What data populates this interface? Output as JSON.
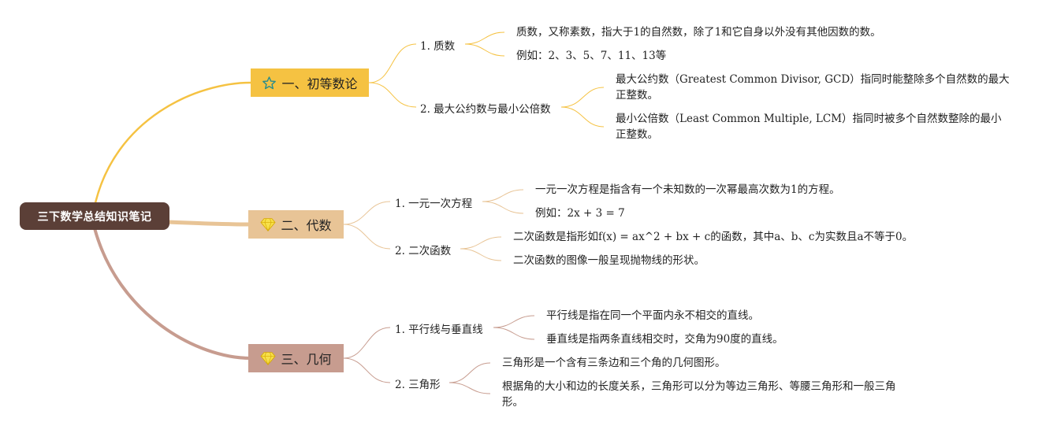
{
  "root": {
    "title": "三下数学总结知识笔记"
  },
  "colors": {
    "root_bg": "#5b3f37",
    "branch1": "#f5c242",
    "branch2": "#e8c496",
    "branch3": "#c79c8f"
  },
  "branches": [
    {
      "label": "一、初等数论",
      "icon": "star-icon",
      "subs": [
        {
          "label": "1. 质数",
          "leaves": [
            "质数，又称素数，指大于1的自然数，除了1和它自身以外没有其他因数的数。",
            "例如：2、3、5、7、11、13等"
          ]
        },
        {
          "label": "2. 最大公约数与最小公倍数",
          "leaves": [
            "最大公约数（Greatest Common Divisor, GCD）指同时能整除多个自然数的最大正整数。",
            "最小公倍数（Least Common Multiple, LCM）指同时被多个自然数整除的最小正整数。"
          ]
        }
      ]
    },
    {
      "label": "二、代数",
      "icon": "diamond-icon",
      "subs": [
        {
          "label": "1. 一元一次方程",
          "leaves": [
            "一元一次方程是指含有一个未知数的一次幂最高次数为1的方程。",
            "例如：2x + 3 = 7"
          ]
        },
        {
          "label": "2. 二次函数",
          "leaves": [
            "二次函数是指形如f(x) = ax^2 + bx + c的函数，其中a、b、c为实数且a不等于0。",
            "二次函数的图像一般呈现抛物线的形状。"
          ]
        }
      ]
    },
    {
      "label": "三、几何",
      "icon": "diamond-icon",
      "subs": [
        {
          "label": "1. 平行线与垂直线",
          "leaves": [
            "平行线是指在同一个平面内永不相交的直线。",
            "垂直线是指两条直线相交时，交角为90度的直线。"
          ]
        },
        {
          "label": "2. 三角形",
          "leaves": [
            "三角形是一个含有三条边和三个角的几何图形。",
            "根据角的大小和边的长度关系，三角形可以分为等边三角形、等腰三角形和一般三角形。"
          ]
        }
      ]
    }
  ]
}
